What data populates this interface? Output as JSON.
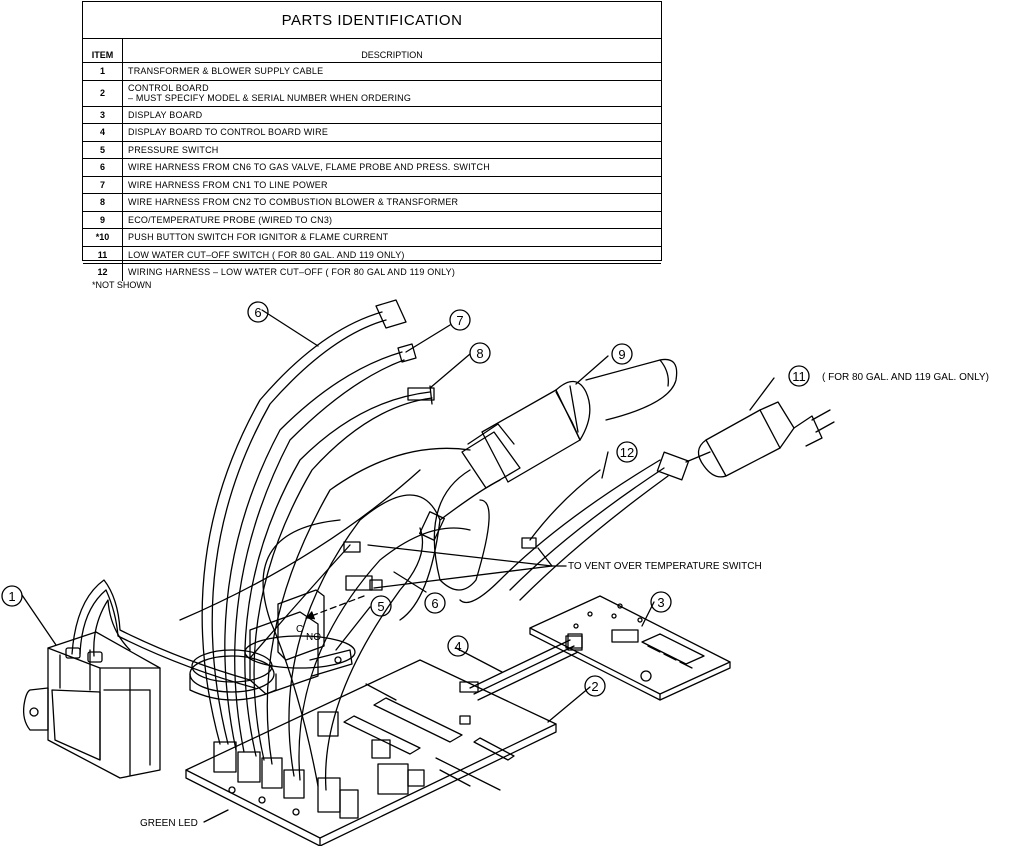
{
  "table": {
    "title": "PARTS IDENTIFICATION",
    "header_item": "ITEM",
    "header_desc": "DESCRIPTION",
    "rows": [
      {
        "item": "1",
        "desc": "TRANSFORMER & BLOWER SUPPLY CABLE",
        "desc2": ""
      },
      {
        "item": "2",
        "desc": "CONTROL BOARD",
        "desc2": "– MUST SPECIFY MODEL & SERIAL NUMBER WHEN ORDERING"
      },
      {
        "item": "3",
        "desc": "DISPLAY BOARD",
        "desc2": ""
      },
      {
        "item": "4",
        "desc": "DISPLAY BOARD TO CONTROL BOARD WIRE",
        "desc2": ""
      },
      {
        "item": "5",
        "desc": "PRESSURE SWITCH",
        "desc2": ""
      },
      {
        "item": "6",
        "desc": "WIRE HARNESS FROM CN6 TO GAS VALVE, FLAME PROBE AND PRESS. SWITCH",
        "desc2": ""
      },
      {
        "item": "7",
        "desc": "WIRE HARNESS FROM CN1 TO LINE POWER",
        "desc2": ""
      },
      {
        "item": "8",
        "desc": "WIRE HARNESS FROM CN2 TO COMBUSTION BLOWER & TRANSFORMER",
        "desc2": ""
      },
      {
        "item": "9",
        "desc": "ECO/TEMPERATURE PROBE (WIRED TO CN3)",
        "desc2": ""
      },
      {
        "item": "*10",
        "desc": "PUSH BUTTON SWITCH FOR IGNITOR & FLAME CURRENT",
        "desc2": ""
      },
      {
        "item": "11",
        "desc": "LOW WATER CUT–OFF SWITCH ( FOR 80 GAL. AND 119 ONLY)",
        "desc2": ""
      },
      {
        "item": "12",
        "desc": "WIRING HARNESS – LOW WATER CUT–OFF ( FOR 80 GAL AND 119 ONLY)",
        "desc2": ""
      }
    ]
  },
  "note": "*NOT SHOWN",
  "callouts": {
    "c1": "1",
    "c2": "2",
    "c3": "3",
    "c4": "4",
    "c5": "5",
    "c6a": "6",
    "c6b": "6",
    "c7": "7",
    "c8": "8",
    "c9": "9",
    "c11": "11",
    "c12": "12"
  },
  "annotations": {
    "lwco_note": "( FOR 80 GAL. AND 119 GAL. ONLY)",
    "vent_switch": "TO VENT OVER TEMPERATURE SWITCH",
    "green_led": "GREEN LED",
    "switch_c": "C",
    "switch_no": "NO"
  }
}
